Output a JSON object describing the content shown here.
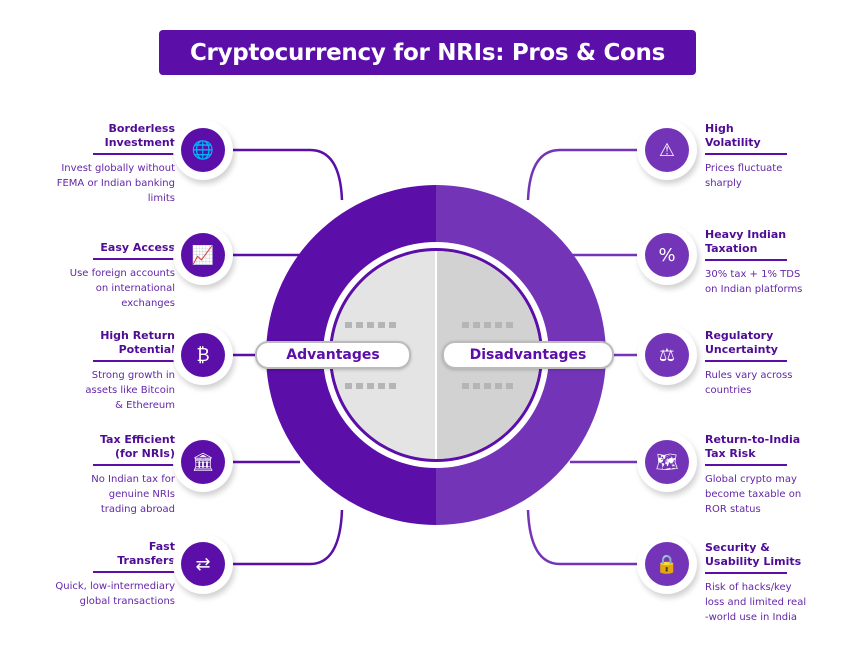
{
  "title": "Cryptocurrency for NRIs: Pros & Cons",
  "colors": {
    "primary": "#5b0ea8",
    "secondary": "#7434b8"
  },
  "advantages_label": "Advantages",
  "disadvantages_label": "Disadvantages",
  "advantages": [
    {
      "title": "Borderless Investment",
      "desc": "Invest globally without FEMA or Indian banking limits",
      "icon": "globe-chart-icon"
    },
    {
      "title": "Easy Access",
      "desc": "Use foreign accounts on international exchanges",
      "icon": "monitor-chart-icon"
    },
    {
      "title": "High Return Potential",
      "desc": "Strong growth in assets like Bitcoin & Ethereum",
      "icon": "bitcoin-growth-icon"
    },
    {
      "title": "Tax Efficient (for NRIs)",
      "desc": "No Indian tax for genuine NRIs trading abroad",
      "icon": "bank-document-icon"
    },
    {
      "title": "Fast Transfers",
      "desc": "Quick, low-intermediary global transactions",
      "icon": "globe-transfer-icon"
    }
  ],
  "disadvantages": [
    {
      "title": "High Volatility",
      "desc": "Prices fluctuate sharply",
      "icon": "chart-warning-icon"
    },
    {
      "title": "Heavy Indian Taxation",
      "desc": "30% tax + 1% TDS on Indian platforms",
      "icon": "tax-bag-icon"
    },
    {
      "title": "Regulatory Uncertainty",
      "desc": "Rules vary across countries",
      "icon": "scales-gavel-icon"
    },
    {
      "title": "Return-to-India Tax Risk",
      "desc": "Global crypto may become taxable on ROR status",
      "icon": "india-map-icon"
    },
    {
      "title": "Security & Usability Limits",
      "desc": "Risk of hacks/key loss and limited real -world use in India",
      "icon": "lock-warning-icon"
    }
  ]
}
